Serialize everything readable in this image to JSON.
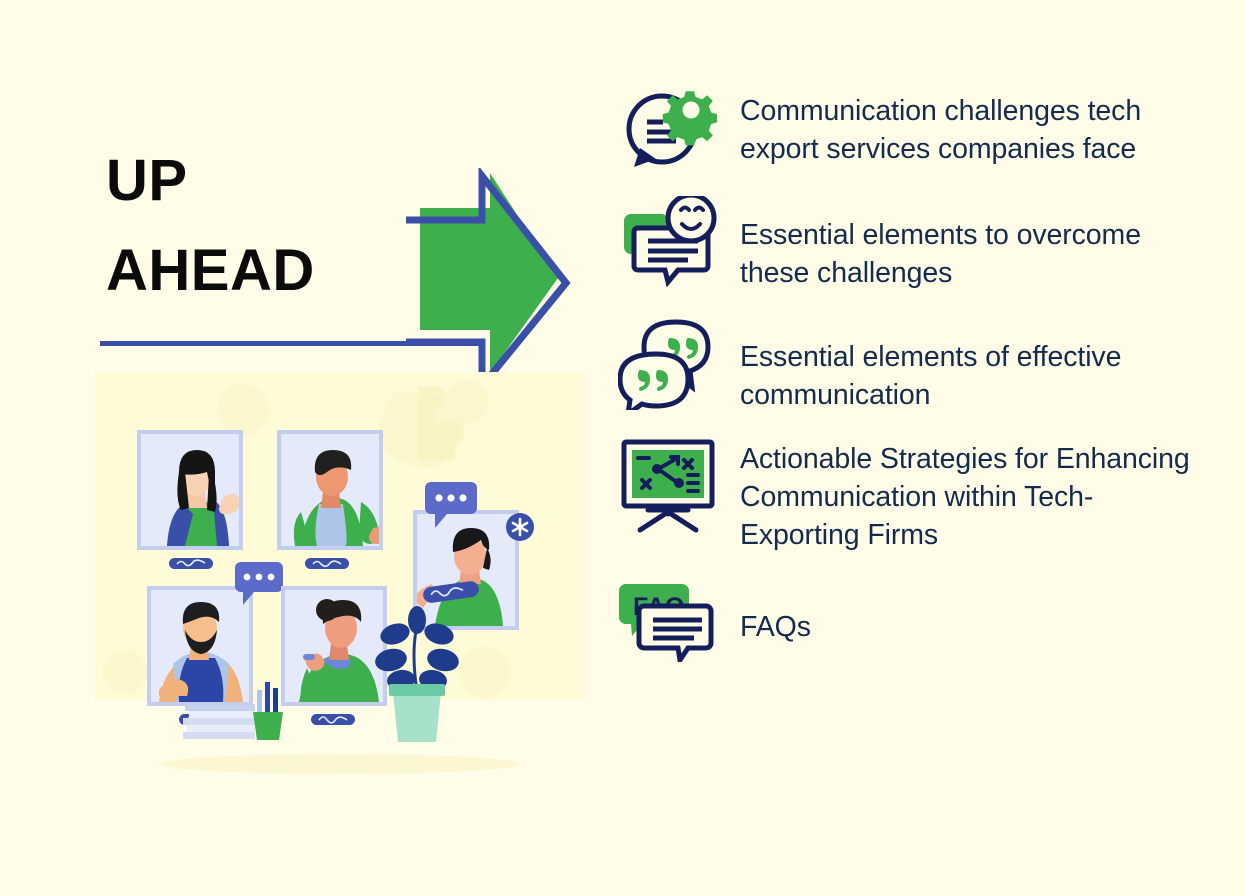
{
  "slide": {
    "background_color": "#FFFDE7",
    "accent_green": "#3DAF4C",
    "accent_navy": "#141E5A",
    "accent_blue": "#3A50A8",
    "text_color": "#142B4F"
  },
  "header": {
    "title_line_1": "UP",
    "title_line_2": "AHEAD",
    "divider_name": "title-underline",
    "arrow_icon": "right-arrow-icon"
  },
  "agenda": {
    "items": [
      {
        "label": "Communication challenges tech export services companies face",
        "icon": "chat-bubble-gear-icon"
      },
      {
        "label": "Essential elements to overcome these challenges",
        "icon": "chat-bubble-smiley-icon"
      },
      {
        "label": "Essential elements of effective communication",
        "icon": "double-quote-bubbles-icon"
      },
      {
        "label": "Actionable Strategies for Enhancing Communication within Tech-Exporting Firms",
        "icon": "strategy-board-icon"
      },
      {
        "label": "FAQs",
        "icon": "faq-bubble-icon"
      }
    ]
  },
  "illustration": {
    "name": "video-conference-illustration",
    "faq_badge_text": "FAQ",
    "participants": [
      {
        "name": "participant-tile-1",
        "position": "top-left"
      },
      {
        "name": "participant-tile-2",
        "position": "top-middle"
      },
      {
        "name": "participant-tile-3",
        "position": "bottom-left"
      },
      {
        "name": "participant-tile-4",
        "position": "bottom-middle"
      },
      {
        "name": "participant-tile-5",
        "position": "right-overlay"
      }
    ],
    "props": [
      {
        "name": "potted-plant"
      },
      {
        "name": "paper-stack"
      },
      {
        "name": "pencil-cup"
      },
      {
        "name": "typing-indicator-bubble"
      },
      {
        "name": "asterisk-badge"
      }
    ]
  }
}
